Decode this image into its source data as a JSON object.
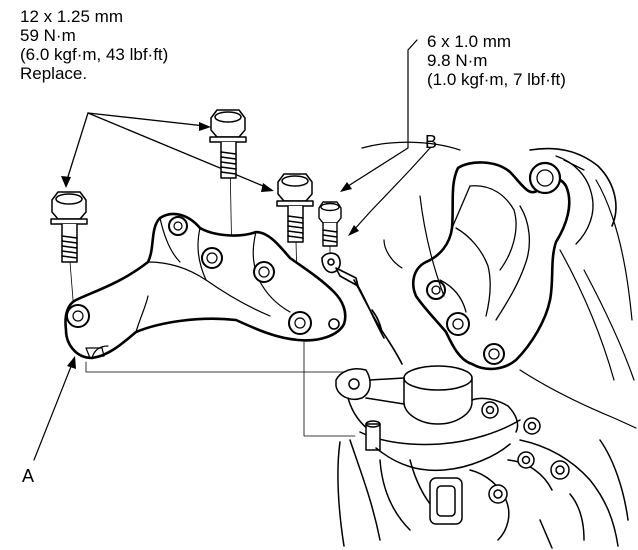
{
  "specs": {
    "left": {
      "size": "12 x 1.25 mm",
      "torque": "59 N·m",
      "torque_alt": "(6.0 kgf·m, 43 lbf·ft)",
      "note": "Replace."
    },
    "right": {
      "size": "6 x 1.0 mm",
      "torque": "9.8 N·m",
      "torque_alt": "(1.0 kgf·m, 7 lbf·ft)"
    }
  },
  "callouts": {
    "a": "A",
    "b": "B"
  }
}
